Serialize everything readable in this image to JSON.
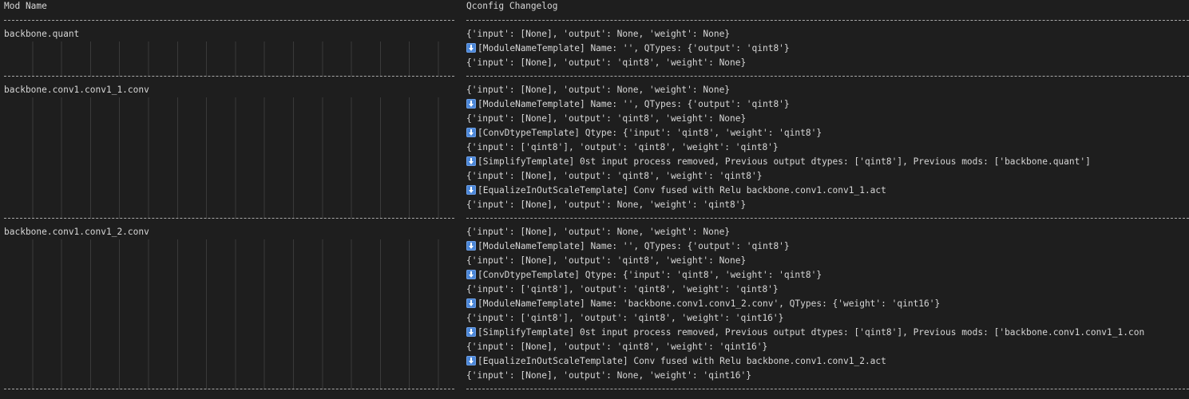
{
  "headers": {
    "mod_name": "Mod Name",
    "changelog": "Qconfig Changelog"
  },
  "rows": [
    {
      "module": "backbone.quant",
      "changes": [
        {
          "type": "state",
          "text": "{'input': [None], 'output': None, 'weight': None}"
        },
        {
          "type": "step",
          "text": "[ModuleNameTemplate] Name: '', QTypes: {'output': 'qint8'}"
        },
        {
          "type": "state",
          "text": "{'input': [None], 'output': 'qint8', 'weight': None}"
        }
      ]
    },
    {
      "module": "backbone.conv1.conv1_1.conv",
      "changes": [
        {
          "type": "state",
          "text": "{'input': [None], 'output': None, 'weight': None}"
        },
        {
          "type": "step",
          "text": "[ModuleNameTemplate] Name: '', QTypes: {'output': 'qint8'}"
        },
        {
          "type": "state",
          "text": "{'input': [None], 'output': 'qint8', 'weight': None}"
        },
        {
          "type": "step",
          "text": "[ConvDtypeTemplate] Qtype: {'input': 'qint8', 'weight': 'qint8'}"
        },
        {
          "type": "state",
          "text": "{'input': ['qint8'], 'output': 'qint8', 'weight': 'qint8'}"
        },
        {
          "type": "step",
          "text": "[SimplifyTemplate] 0st input process removed, Previous output dtypes: ['qint8'], Previous mods: ['backbone.quant']"
        },
        {
          "type": "state",
          "text": "{'input': [None], 'output': 'qint8', 'weight': 'qint8'}"
        },
        {
          "type": "step",
          "text": "[EqualizeInOutScaleTemplate] Conv fused with Relu backbone.conv1.conv1_1.act"
        },
        {
          "type": "state",
          "text": "{'input': [None], 'output': None, 'weight': 'qint8'}"
        }
      ]
    },
    {
      "module": "backbone.conv1.conv1_2.conv",
      "changes": [
        {
          "type": "state",
          "text": "{'input': [None], 'output': None, 'weight': None}"
        },
        {
          "type": "step",
          "text": "[ModuleNameTemplate] Name: '', QTypes: {'output': 'qint8'}"
        },
        {
          "type": "state",
          "text": "{'input': [None], 'output': 'qint8', 'weight': None}"
        },
        {
          "type": "step",
          "text": "[ConvDtypeTemplate] Qtype: {'input': 'qint8', 'weight': 'qint8'}"
        },
        {
          "type": "state",
          "text": "{'input': ['qint8'], 'output': 'qint8', 'weight': 'qint8'}"
        },
        {
          "type": "step",
          "text": "[ModuleNameTemplate] Name: 'backbone.conv1.conv1_2.conv', QTypes: {'weight': 'qint16'}"
        },
        {
          "type": "state",
          "text": "{'input': ['qint8'], 'output': 'qint8', 'weight': 'qint16'}"
        },
        {
          "type": "step",
          "text": "[SimplifyTemplate] 0st input process removed, Previous output dtypes: ['qint8'], Previous mods: ['backbone.conv1.conv1_1.con"
        },
        {
          "type": "state",
          "text": "{'input': [None], 'output': 'qint8', 'weight': 'qint16'}"
        },
        {
          "type": "step",
          "text": "[EqualizeInOutScaleTemplate] Conv fused with Relu backbone.conv1.conv1_2.act"
        },
        {
          "type": "state",
          "text": "{'input': [None], 'output': None, 'weight': 'qint16'}"
        }
      ]
    }
  ],
  "icons": {
    "step_marker": "down-arrow-icon"
  },
  "colors": {
    "background": "#1e1e1e",
    "text": "#d6d6d6",
    "rule": "#a8a8a8",
    "arrow_icon": "#4a86d8"
  }
}
